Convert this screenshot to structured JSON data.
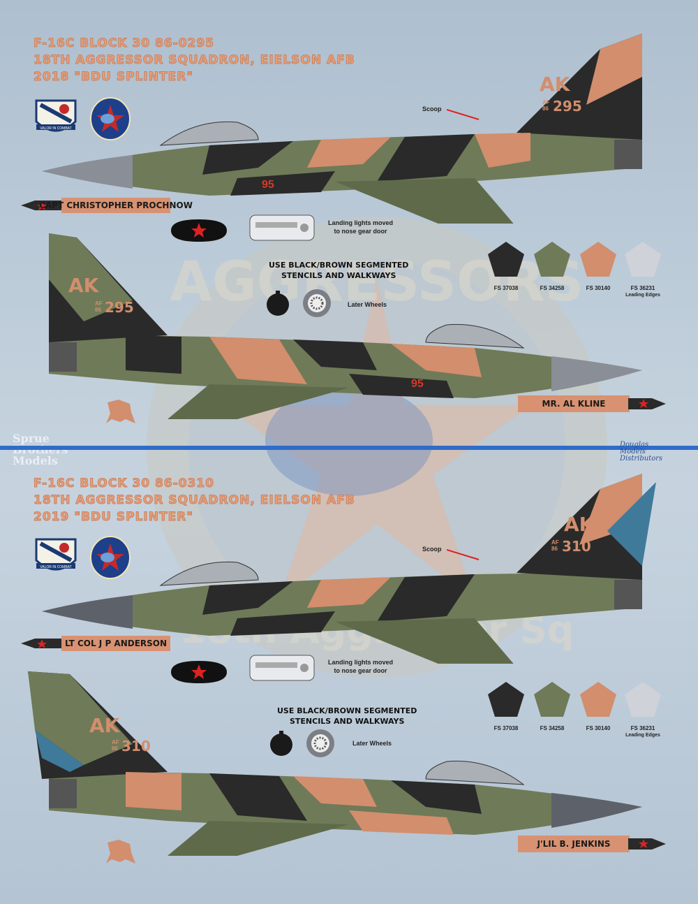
{
  "colors": {
    "olive": "#6f7a58",
    "black": "#2a2a2a",
    "tan": "#d28e6d",
    "grey": "#cfd2d8",
    "title": "#e8a07a",
    "blue_bar": "#2f6cc9"
  },
  "section1": {
    "title_lines": [
      "F-16C BLOCK 30 86-0295",
      "18TH AGGRESSOR SQUADRON, EIELSON AFB",
      "2018 \"BDU SPLINTER\""
    ],
    "tail_code": "AK",
    "tail_af": "AF",
    "tail_year": "86",
    "tail_serial": "295",
    "side_number": "95",
    "scoop_label": "Scoop",
    "pilot_name": "CAPT CHRISTOPHER PROCHNOW",
    "crew_name": "MR. AL KLINE",
    "landing_lights_note": [
      "Landing lights moved",
      "to nose gear door"
    ],
    "stencil_note": [
      "USE BLACK/BROWN SEGMENTED",
      "STENCILS AND WALKWAYS"
    ],
    "later_wheels": "Later Wheels",
    "fs_codes": [
      "FS 37038",
      "FS 34258",
      "FS 30140",
      "FS 36231"
    ],
    "leading_edges": "Leading Edges"
  },
  "section2": {
    "title_lines": [
      "F-16C BLOCK 30 86-0310",
      "18TH AGGRESSOR SQUADRON, EIELSON AFB",
      "2019 \"BDU SPLINTER\""
    ],
    "tail_code": "AK",
    "tail_af": "AF",
    "tail_year": "86",
    "tail_serial": "310",
    "scoop_label": "Scoop",
    "pilot_name": "LT COL J P ANDERSON",
    "crew_name": "J'LIL B. JENKINS",
    "landing_lights_note": [
      "Landing lights moved",
      "to nose gear door"
    ],
    "stencil_note": [
      "USE BLACK/BROWN SEGMENTED",
      "STENCILS AND WALKWAYS"
    ],
    "later_wheels": "Later Wheels",
    "fs_codes": [
      "FS 37038",
      "FS 34258",
      "FS 30140",
      "FS 36231"
    ],
    "leading_edges": "Leading Edges"
  },
  "badges": {
    "wing_motto": "VALOR IN COMBAT"
  },
  "watermark": {
    "line1": "Sprue",
    "line2": "Brothers",
    "line3": "Models",
    "background_text": "AGGRESSORS",
    "background_text2": "18th Aggressor Sq"
  },
  "distributor": {
    "line1": "Douglas",
    "line2": "Models",
    "line3": "Distributors"
  }
}
